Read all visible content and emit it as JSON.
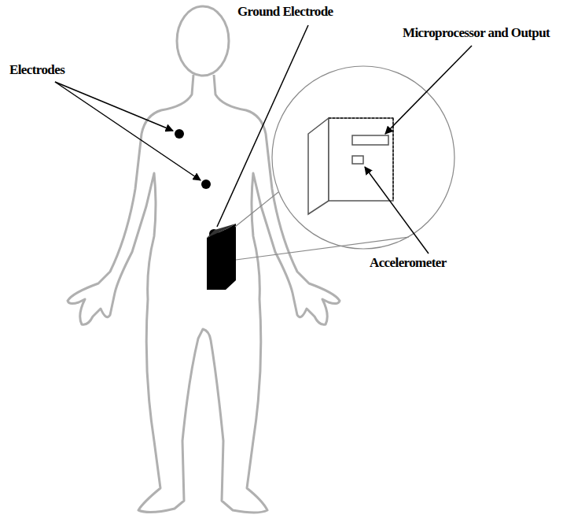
{
  "diagram": {
    "labels": [
      "Electrodes",
      "Ground Electrode",
      "Microprocessor and Output",
      "Accelerometer"
    ]
  }
}
